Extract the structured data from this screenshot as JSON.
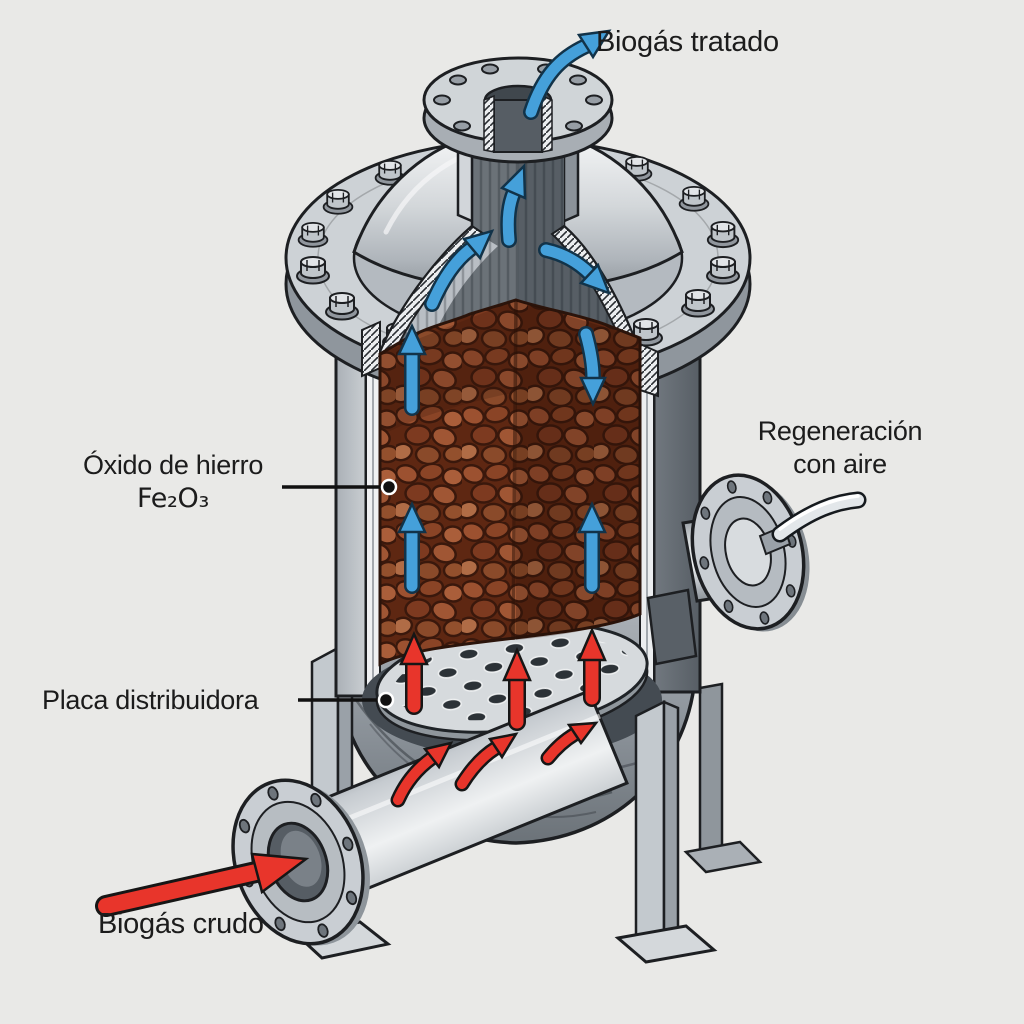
{
  "background": "#e9e9e7",
  "labels": {
    "treated_gas": "Biogás tratado",
    "iron_oxide": "Óxido de hierro",
    "iron_oxide_formula": "Fe₂O₃",
    "regeneration_line1": "Regeneración",
    "regeneration_line2": "con aire",
    "distributor_plate": "Placa distribuidora",
    "raw_gas": "Biogás crudo"
  },
  "colors": {
    "background": "#e9e9e7",
    "blue_flow_arrow": "#45a0da",
    "red_flow_arrow": "#e8352b",
    "iron_oxide_media": "#9c5130",
    "vessel_metal": "#c6cbd0",
    "outline": "#1d1f22",
    "label_text": "#1c1c1c"
  },
  "flows": [
    {
      "name": "treated-biogas-out",
      "color": "blue",
      "arrow_count": 8,
      "direction": "up through media bed and out of top nozzle"
    },
    {
      "name": "raw-biogas-in",
      "color": "red",
      "arrow_count": 7,
      "direction": "in through bottom inlet pipe and up through distributor plate"
    },
    {
      "name": "regeneration-air",
      "color": "blue",
      "connection": "side nozzle with hose"
    }
  ]
}
